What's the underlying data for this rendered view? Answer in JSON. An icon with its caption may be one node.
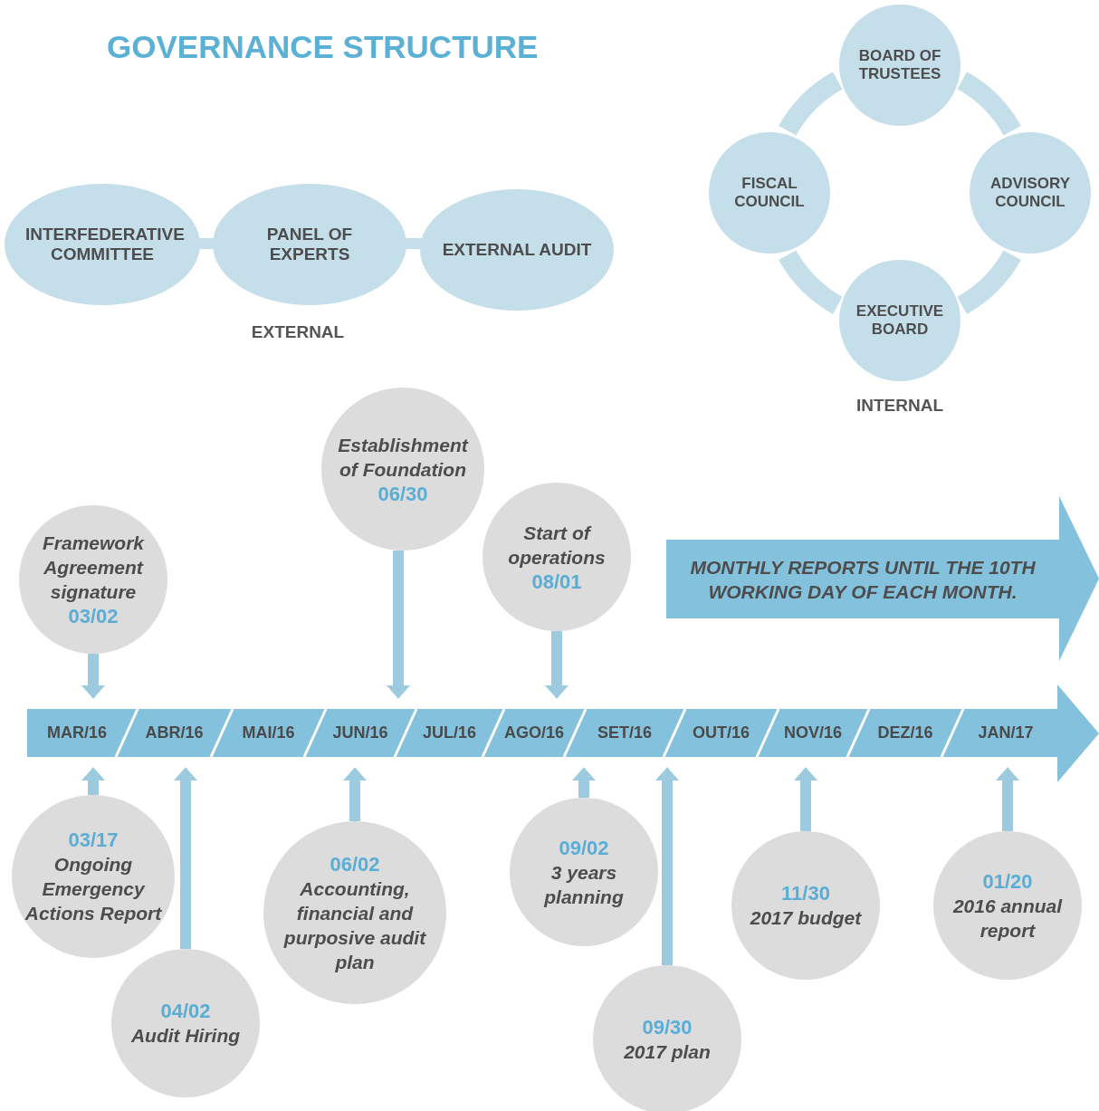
{
  "diagram": {
    "title": "GOVERNANCE STRUCTURE",
    "nodes": [
      {
        "text": [
          "INTERFEDERATIVE COMMITTEE"
        ]
      },
      {
        "text": [
          "PANEL OF EXPERTS"
        ]
      },
      {
        "text": [
          "EXTERNAL AUDIT"
        ]
      },
      {
        "text": [
          "BOARD OF TRUSTEES"
        ]
      },
      {
        "text": [
          "FISCAL COUNCIL"
        ]
      },
      {
        "text": [
          "ADVISORY COUNCIL"
        ]
      },
      {
        "text": [
          "EXECUTIVE BOARD"
        ]
      },
      {
        "text": [
          "MAR/16"
        ]
      },
      {
        "text": [
          "ABR/16"
        ]
      },
      {
        "text": [
          "MAI/16"
        ]
      },
      {
        "text": [
          "JUN/16"
        ]
      },
      {
        "text": [
          "JUL/16"
        ]
      },
      {
        "text": [
          "AGO/16"
        ]
      },
      {
        "text": [
          "SET/16"
        ]
      },
      {
        "text": [
          "OUT/16"
        ]
      },
      {
        "text": [
          "NOV/16"
        ]
      },
      {
        "text": [
          "DEZ/16"
        ]
      },
      {
        "text": [
          "JAN/17"
        ]
      },
      {
        "text": [
          "Framework Agreement signature",
          "03/02"
        ]
      },
      {
        "text": [
          "Establishment of Foundation",
          "06/30"
        ]
      },
      {
        "text": [
          "Start of operations",
          "08/01"
        ]
      },
      {
        "text": [
          "MONTHLY REPORTS UNTIL THE 10TH WORKING DAY OF EACH MONTH."
        ]
      },
      {
        "text": [
          "03/17",
          "Ongoing Emergency Actions Report"
        ]
      },
      {
        "text": [
          "04/02",
          "Audit Hiring"
        ]
      },
      {
        "text": [
          "06/02",
          "Accounting, financial and purposive audit plan"
        ]
      },
      {
        "text": [
          "09/02",
          "3 years planning"
        ]
      },
      {
        "text": [
          "09/30",
          "2017 plan"
        ]
      },
      {
        "text": [
          "11/30",
          "2017 budget"
        ]
      },
      {
        "text": [
          "01/20",
          "2016 annual report"
        ]
      }
    ],
    "edges": [
      {
        "from": 0,
        "to": 1,
        "arrow": "none"
      },
      {
        "from": 1,
        "to": 2,
        "arrow": "none"
      },
      {
        "from": 3,
        "to": 5,
        "arrow": "none",
        "style": "thick"
      },
      {
        "from": 5,
        "to": 6,
        "arrow": "none",
        "style": "thick"
      },
      {
        "from": 6,
        "to": 4,
        "arrow": "none",
        "style": "thick"
      },
      {
        "from": 4,
        "to": 3,
        "arrow": "none",
        "style": "thick"
      },
      {
        "from": 18,
        "to": 7,
        "arrow": "to"
      },
      {
        "from": 19,
        "to": 10,
        "arrow": "to"
      },
      {
        "from": 20,
        "to": 12,
        "arrow": "to"
      },
      {
        "from": 22,
        "to": 7,
        "arrow": "to"
      },
      {
        "from": 23,
        "to": 8,
        "arrow": "to"
      },
      {
        "from": 24,
        "to": 10,
        "arrow": "to"
      },
      {
        "from": 25,
        "to": 13,
        "arrow": "to"
      },
      {
        "from": 26,
        "to": 13,
        "arrow": "to"
      },
      {
        "from": 27,
        "to": 15,
        "arrow": "to"
      },
      {
        "from": 28,
        "to": 17,
        "arrow": "to"
      }
    ],
    "labels": [
      "EXTERNAL",
      "INTERNAL"
    ]
  }
}
